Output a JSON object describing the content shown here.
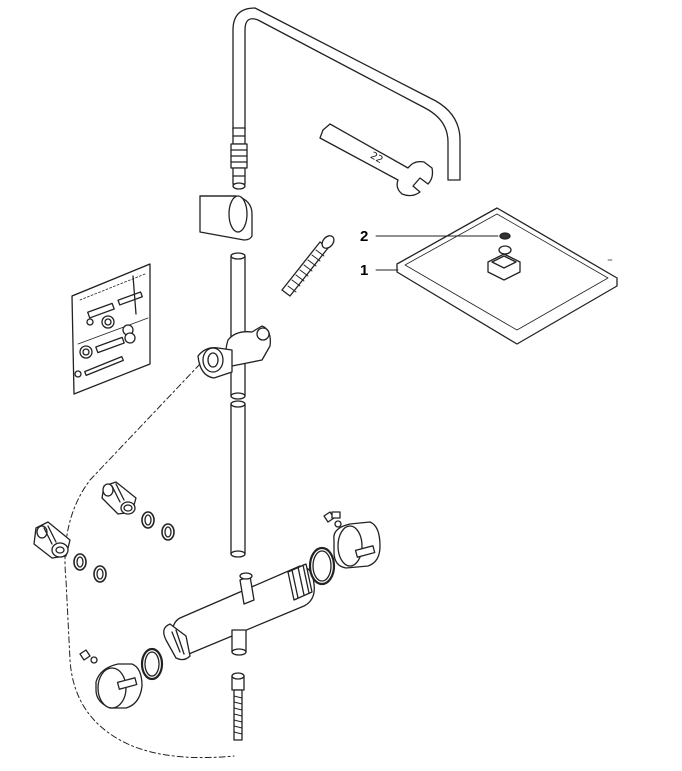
{
  "callouts": [
    {
      "id": "2",
      "label": "2"
    },
    {
      "id": "1",
      "label": "1"
    }
  ],
  "wrench": {
    "size_label": "22"
  },
  "colors": {
    "line": "#222222",
    "fill": "#ffffff",
    "shade": "#d9d9d9",
    "dark": "#555555"
  }
}
